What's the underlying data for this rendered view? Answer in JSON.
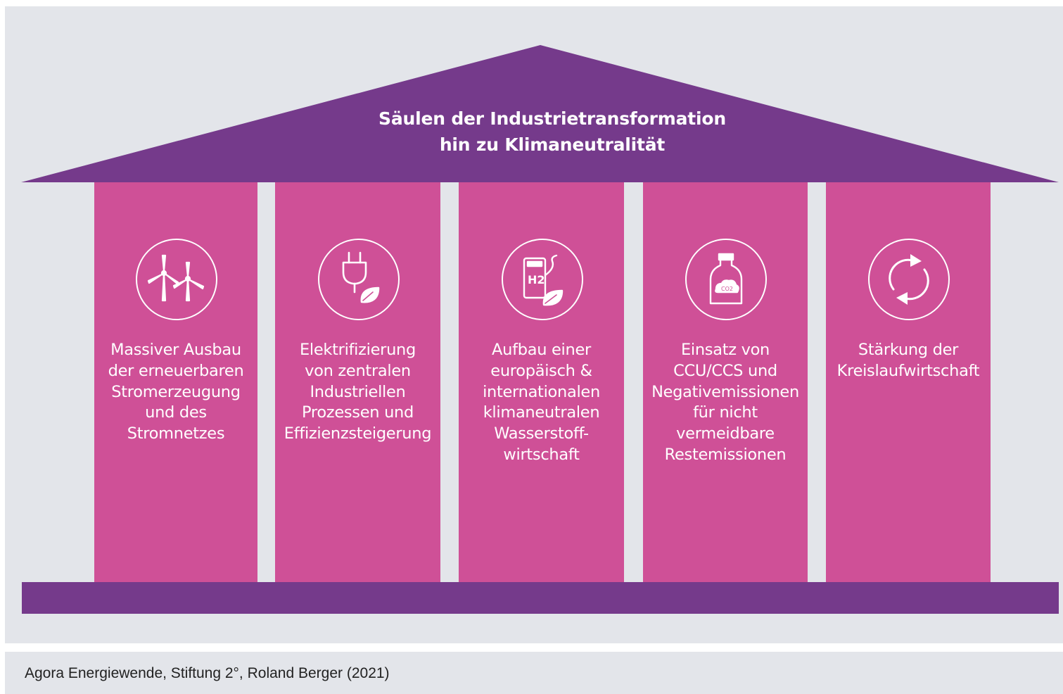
{
  "title": "Säulen der Industrietransformation\nhin zu Klimaneutralität",
  "colors": {
    "roof": "#753a8b",
    "pillar": "#cf5097",
    "background": "#e3e5ea",
    "icon_stroke": "#ffffff"
  },
  "pillars": [
    {
      "icon": "wind-turbines-icon",
      "label": "Massiver Ausbau\nder erneuerbaren\nStromerzeugung\nund des\nStromnetzes"
    },
    {
      "icon": "plug-leaf-icon",
      "label": "Elektrifizierung\nvon zentralen\nIndustriellen\nProzessen und\nEffizienzsteigerung"
    },
    {
      "icon": "hydrogen-station-icon",
      "icon_text": "H2",
      "label": "Aufbau einer\neuropäisch &\ninternationalen\nklimaneutralen\nWasserstoff-\nwirtschaft"
    },
    {
      "icon": "co2-bottle-icon",
      "icon_text": "CO2",
      "label": "Einsatz von\nCCU/CCS und\nNegativemissionen\nfür nicht\nvermeidbare\nRestemissionen"
    },
    {
      "icon": "recycle-arrows-icon",
      "label": "Stärkung der\nKreislaufwirtschaft"
    }
  ],
  "source": "Agora Energiewende, Stiftung 2°, Roland Berger (2021)"
}
